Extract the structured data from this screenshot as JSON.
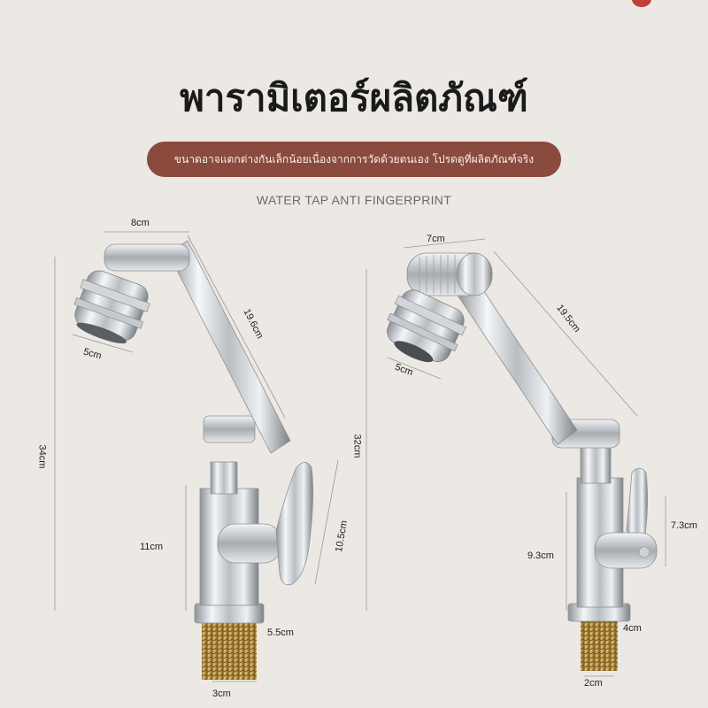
{
  "header": {
    "title": "พารามิเตอร์ผลิตภัณฑ์",
    "note": "ขนาดอาจแตกต่างกันเล็กน้อยเนื่องจากการวัดด้วยตนเอง โปรดดูที่ผลิตภัณฑ์จริง",
    "subtitle": "WATER TAP ANTI FINGERPRINT"
  },
  "left_faucet": {
    "top_width": "8cm",
    "arm_length": "19.6cm",
    "head_diameter": "5cm",
    "total_height": "34cm",
    "body_height": "11cm",
    "handle_height": "10.5cm",
    "base_diameter": "5.5cm",
    "thread_diameter": "3cm"
  },
  "right_faucet": {
    "top_width": "7cm",
    "arm_length": "19.5cm",
    "head_diameter": "5cm",
    "total_height": "32cm",
    "body_height": "9.3cm",
    "handle_height": "7.3cm",
    "base_diameter": "4cm",
    "thread_diameter": "2cm"
  }
}
